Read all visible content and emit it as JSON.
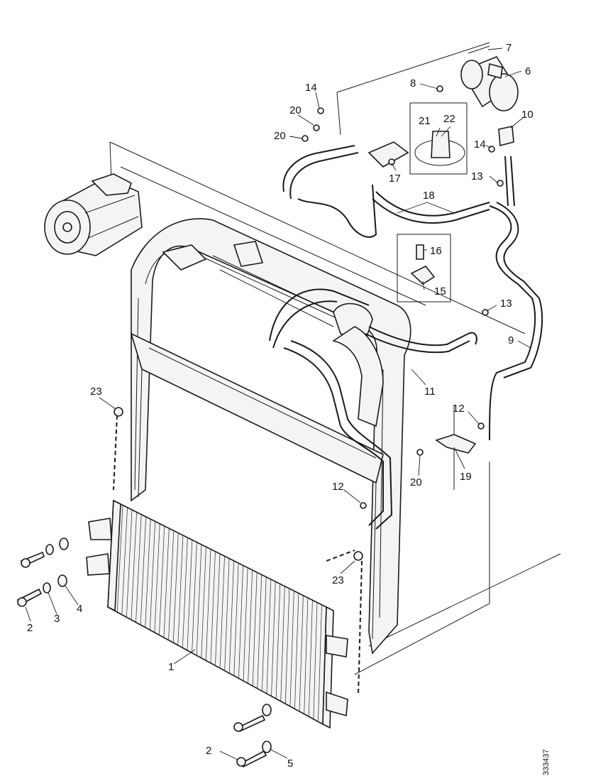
{
  "callouts": [
    {
      "id": "c1",
      "label": "1"
    },
    {
      "id": "c2a",
      "label": "2"
    },
    {
      "id": "c2b",
      "label": "2"
    },
    {
      "id": "c3",
      "label": "3"
    },
    {
      "id": "c4",
      "label": "4"
    },
    {
      "id": "c5",
      "label": "5"
    },
    {
      "id": "c6",
      "label": "6"
    },
    {
      "id": "c7",
      "label": "7"
    },
    {
      "id": "c8",
      "label": "8"
    },
    {
      "id": "c9",
      "label": "9"
    },
    {
      "id": "c10",
      "label": "10"
    },
    {
      "id": "c11",
      "label": "11"
    },
    {
      "id": "c12a",
      "label": "12"
    },
    {
      "id": "c12b",
      "label": "12"
    },
    {
      "id": "c13a",
      "label": "13"
    },
    {
      "id": "c13b",
      "label": "13"
    },
    {
      "id": "c14a",
      "label": "14"
    },
    {
      "id": "c14b",
      "label": "14"
    },
    {
      "id": "c15",
      "label": "15"
    },
    {
      "id": "c16",
      "label": "16"
    },
    {
      "id": "c17",
      "label": "17"
    },
    {
      "id": "c18",
      "label": "18"
    },
    {
      "id": "c19",
      "label": "19"
    },
    {
      "id": "c20a",
      "label": "20"
    },
    {
      "id": "c20b",
      "label": "20"
    },
    {
      "id": "c20c",
      "label": "20"
    },
    {
      "id": "c21",
      "label": "21"
    },
    {
      "id": "c22",
      "label": "22"
    },
    {
      "id": "c23a",
      "label": "23"
    },
    {
      "id": "c23b",
      "label": "23"
    }
  ],
  "document_id": "333437"
}
